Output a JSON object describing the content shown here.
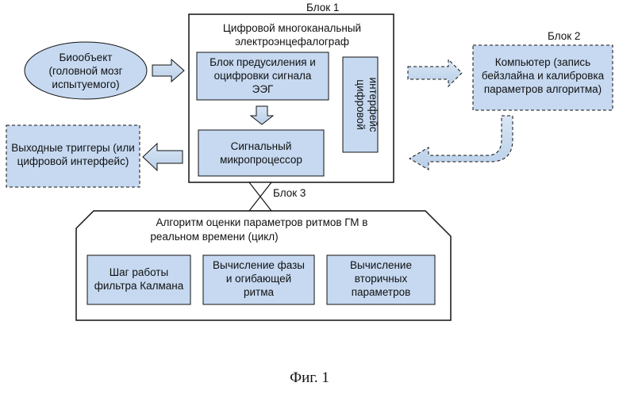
{
  "blocks": {
    "block1": "Блок 1",
    "block2": "Блок 2",
    "block3": "Блок 3"
  },
  "eeg_device": {
    "title_line1": "Цифровой многоканальный",
    "title_line2": "электроэнцефалограф"
  },
  "bio_object": {
    "line1": "Биообъект",
    "line2": "(головной мозг",
    "line3": "испытуемого)"
  },
  "preamp": {
    "line1": "Блок предусиления и",
    "line2": "оцифровки сигнала",
    "line3": "ЭЭГ"
  },
  "digital_interface": {
    "line1": "цифровой",
    "line2": "интерфейс"
  },
  "microprocessor": {
    "line1": "Сигнальный",
    "line2": "микропроцессор"
  },
  "computer": {
    "line1": "Компьютер (запись",
    "line2": "бейзлайна и калибровка",
    "line3": "параметров алгоритма)"
  },
  "output": {
    "line1": "Выходные триггеры (или",
    "line2": "цифровой интерфейс)"
  },
  "algorithm": {
    "title_line1": "Алгоритм оценки параметров ритмов ГМ в",
    "title_line2": "реальном времени (цикл)"
  },
  "kalman": {
    "line1": "Шаг работы",
    "line2": "фильтра Калмана"
  },
  "phase": {
    "line1": "Вычисление фазы",
    "line2": "и огибающей",
    "line3": "ритма"
  },
  "secondary": {
    "line1": "Вычисление",
    "line2": "вторичных",
    "line3": "параметров"
  },
  "caption": "Фиг. 1",
  "colors": {
    "box_fill": "#c6d9f1",
    "stroke": "#111111"
  }
}
